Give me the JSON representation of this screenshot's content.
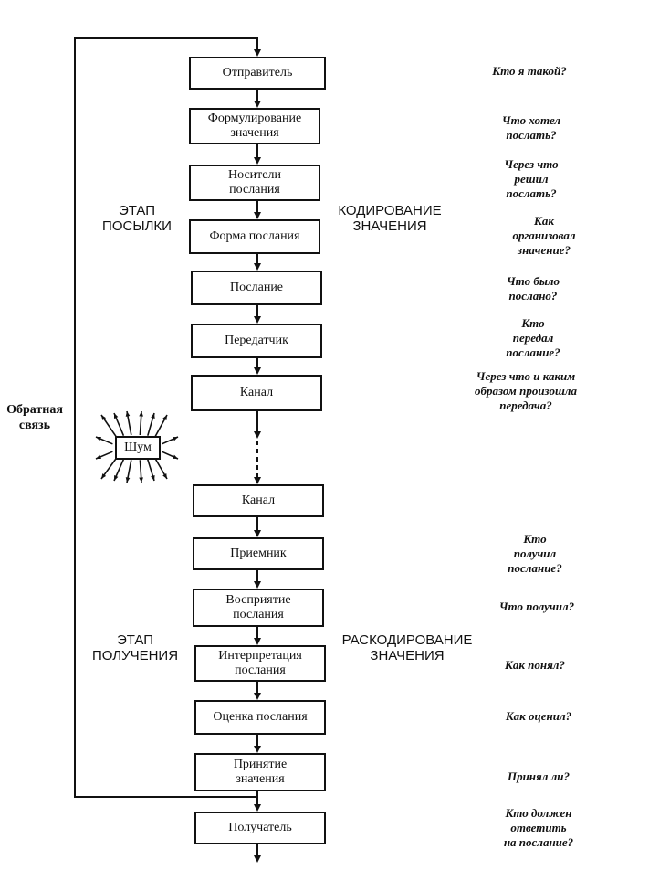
{
  "steps": [
    {
      "label": "Отправитель",
      "question": "Кто я такой?"
    },
    {
      "label": "Формулирование\nзначения",
      "question": "Что хотел\nпослать?"
    },
    {
      "label": "Носители\nпослания",
      "question": "Через что\nрешил\nпослать?"
    },
    {
      "label": "Форма послания",
      "question": "Как\nорганизовал\nзначение?"
    },
    {
      "label": "Послание",
      "question": "Что было\nпослано?"
    },
    {
      "label": "Передатчик",
      "question": "Кто\nпередал\nпослание?"
    },
    {
      "label": "Канал",
      "question": "Через что и каким\nобразом произошла\nпередача?"
    },
    {
      "label": "Канал",
      "question": ""
    },
    {
      "label": "Приемник",
      "question": "Кто\nполучил\nпослание?"
    },
    {
      "label": "Восприятие\nпослания",
      "question": "Что получил?"
    },
    {
      "label": "Интерпретация\nпослания",
      "question": "Как понял?"
    },
    {
      "label": "Оценка послания",
      "question": "Как оценил?"
    },
    {
      "label": "Принятие\nзначения",
      "question": "Принял ли?"
    },
    {
      "label": "Получатель",
      "question": "Кто должен\nответить\nна послание?"
    }
  ],
  "stages": {
    "send": "ЭТАП\nПОСЫЛКИ",
    "encode": "КОДИРОВАНИЕ\nЗНАЧЕНИЯ",
    "receive": "ЭТАП\nПОЛУЧЕНИЯ",
    "decode": "РАСКОДИРОВАНИЕ\nЗНАЧЕНИЯ"
  },
  "feedback": "Обратная\nсвязь",
  "noise": "Шум"
}
